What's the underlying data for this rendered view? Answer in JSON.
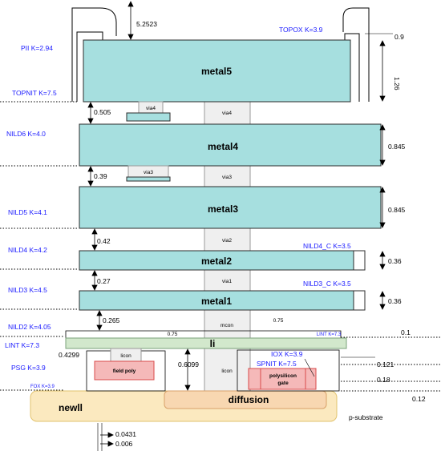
{
  "layers": {
    "metal5": "metal5",
    "metal4": "metal4",
    "metal3": "metal3",
    "metal2": "metal2",
    "metal1": "metal1",
    "li": "li",
    "via4_small": "via4",
    "via4_col": "via4",
    "via3_small": "via3",
    "via3_col": "via3",
    "via2_col": "via2",
    "via1_col": "via1",
    "mcon": "mcon",
    "licon_small": "licon",
    "licon_col": "licon",
    "field_poly": "field poly",
    "poly_gate_line1": "polysilicon",
    "poly_gate_line2": "gate",
    "diffusion": "diffusion",
    "nwell": "newll",
    "p_substrate": "p-substrate"
  },
  "dielectrics": {
    "pii": "PII K=2.94",
    "topox": "TOPOX K=3.9",
    "topnit": "TOPNIT K=7.5",
    "nild6": "NILD6 K=4.0",
    "nild5": "NILD5 K=4.1",
    "nild4": "NILD4 K=4.2",
    "nild4_c": "NILD4_C K=3.5",
    "nild3": "NILD3 K=4.5",
    "nild3_c": "NILD3_C K=3.5",
    "nild2": "NILD2 K=4.05",
    "lint_left": "LINT K=7.3",
    "lint_right": "LINT K=7.3",
    "psg": "PSG K=3.9",
    "iox": "IOX K=3.9",
    "spnit": "SPNIT K=7.5",
    "fox": "FOX K=3.9"
  },
  "dimensions": {
    "d5_2523": "5.2523",
    "d0_9": "0.9",
    "d1_26": "1.26",
    "d0_505": "0.505",
    "d0_845_a": "0.845",
    "d0_39": "0.39",
    "d0_845_b": "0.845",
    "d0_42": "0.42",
    "d0_36_a": "0.36",
    "d0_27": "0.27",
    "d0_36_b": "0.36",
    "d0_265": "0.265",
    "d0_75_a": "0.75",
    "d0_75_b": "0.75",
    "d0_1": "0.1",
    "d0_4299": "0.4299",
    "d0_6099": "0.6099",
    "d0_121": "0.121",
    "d0_18": "0.18",
    "d0_12": "0.12",
    "d0_0431": "0.0431",
    "d0_006": "0.006"
  },
  "colors": {
    "metal": "#a6dfdf",
    "metal_stroke": "#2b2b2b",
    "via_col": "#efefef",
    "li": "#d2e8cc",
    "nwell": "#fbe9bf",
    "diffusion": "#f8d7b1",
    "poly": "#f5b9b9",
    "poly_stroke": "#d94a4a",
    "label_blue": "#1a1aff"
  }
}
